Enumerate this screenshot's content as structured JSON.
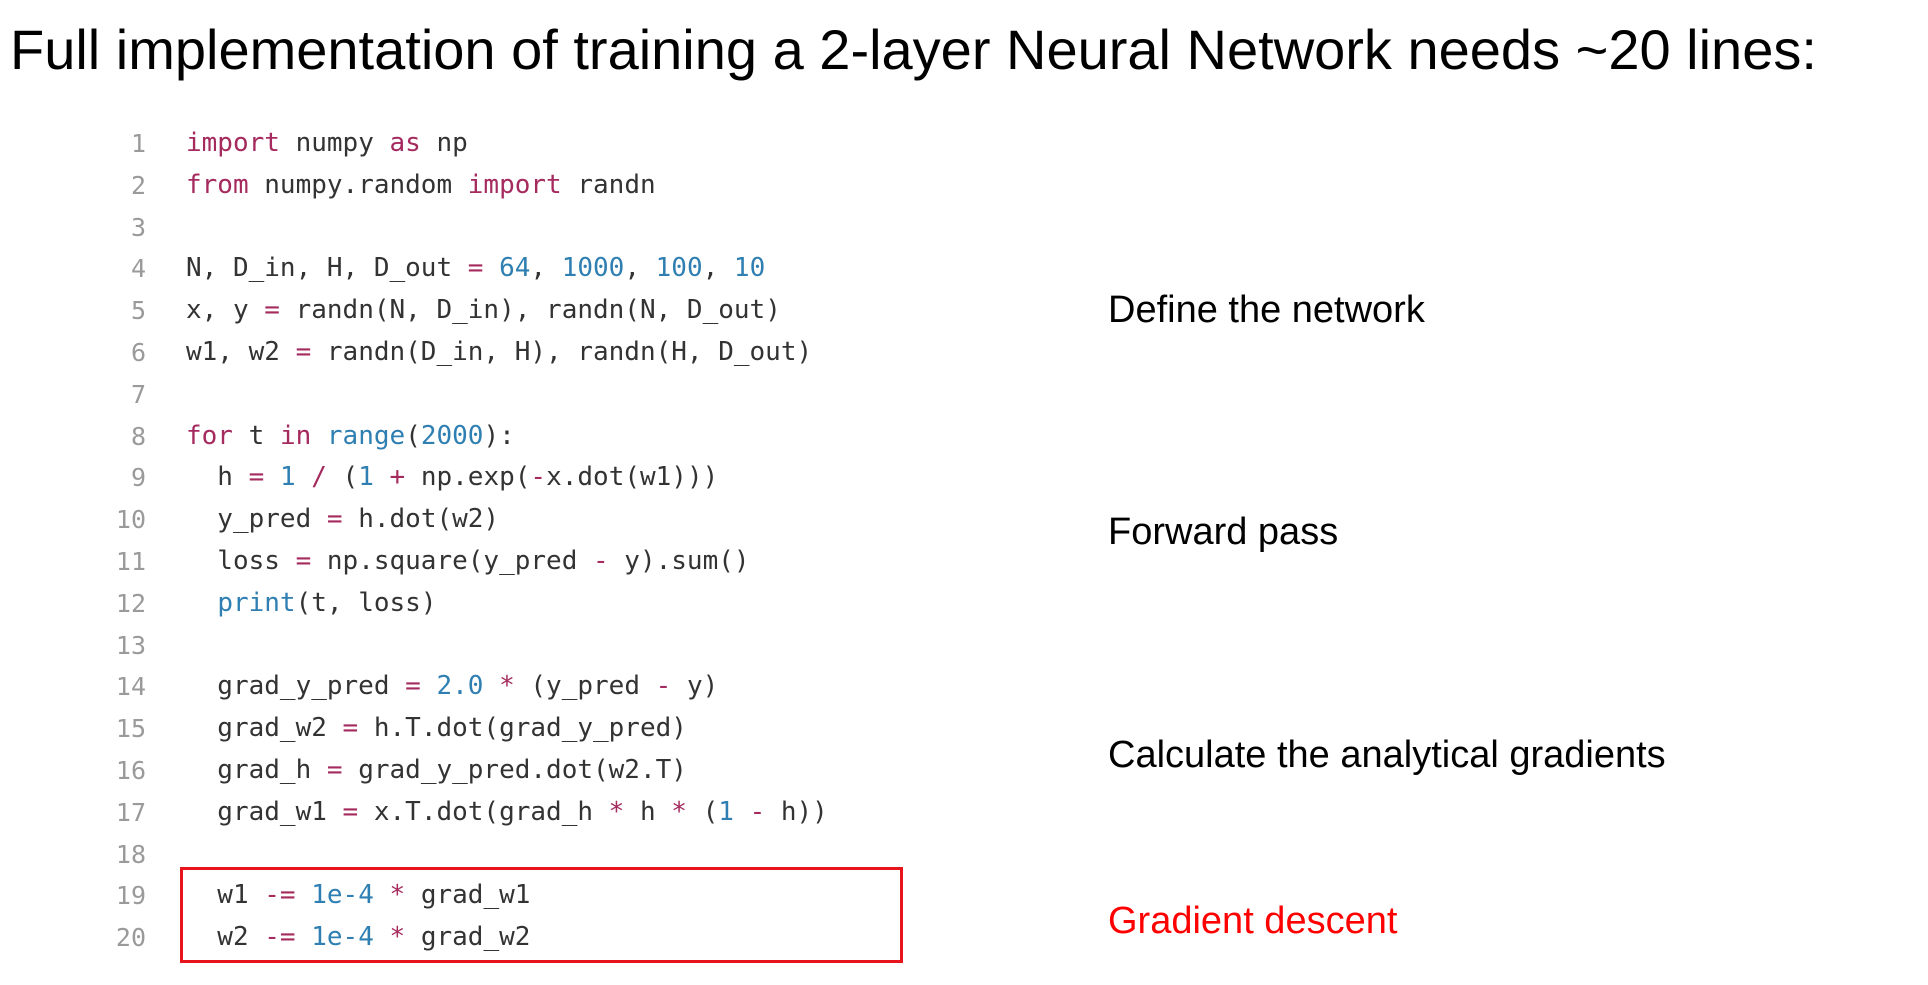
{
  "title": "Full implementation of training a 2-layer Neural Network needs ~20 lines:",
  "colors": {
    "keyword": "#a52a5e",
    "number": "#2f7fb2",
    "builtin": "#2f7fb2",
    "text": "#333333",
    "line_number": "#9a9a9a",
    "highlight": "#e8141b",
    "annotation_highlight": "#ff0000"
  },
  "code": {
    "lines": [
      {
        "num": "1",
        "tokens": [
          [
            "kw",
            "import"
          ],
          [
            "p",
            " numpy "
          ],
          [
            "kw",
            "as"
          ],
          [
            "p",
            " np"
          ]
        ]
      },
      {
        "num": "2",
        "tokens": [
          [
            "kw",
            "from"
          ],
          [
            "p",
            " numpy.random "
          ],
          [
            "kw",
            "import"
          ],
          [
            "p",
            " randn"
          ]
        ]
      },
      {
        "num": "3",
        "tokens": []
      },
      {
        "num": "4",
        "tokens": [
          [
            "p",
            "N, D_in, H, D_out "
          ],
          [
            "op",
            "="
          ],
          [
            "p",
            " "
          ],
          [
            "num",
            "64"
          ],
          [
            "p",
            ", "
          ],
          [
            "num",
            "1000"
          ],
          [
            "p",
            ", "
          ],
          [
            "num",
            "100"
          ],
          [
            "p",
            ", "
          ],
          [
            "num",
            "10"
          ]
        ]
      },
      {
        "num": "5",
        "tokens": [
          [
            "p",
            "x, y "
          ],
          [
            "op",
            "="
          ],
          [
            "p",
            " randn(N, D_in), randn(N, D_out)"
          ]
        ]
      },
      {
        "num": "6",
        "tokens": [
          [
            "p",
            "w1, w2 "
          ],
          [
            "op",
            "="
          ],
          [
            "p",
            " randn(D_in, H), randn(H, D_out)"
          ]
        ]
      },
      {
        "num": "7",
        "tokens": []
      },
      {
        "num": "8",
        "tokens": [
          [
            "kw",
            "for"
          ],
          [
            "p",
            " t "
          ],
          [
            "kw",
            "in"
          ],
          [
            "p",
            " "
          ],
          [
            "fn",
            "range"
          ],
          [
            "p",
            "("
          ],
          [
            "num",
            "2000"
          ],
          [
            "p",
            "):"
          ]
        ]
      },
      {
        "num": "9",
        "tokens": [
          [
            "p",
            "  h "
          ],
          [
            "op",
            "="
          ],
          [
            "p",
            " "
          ],
          [
            "num",
            "1"
          ],
          [
            "p",
            " "
          ],
          [
            "op",
            "/"
          ],
          [
            "p",
            " ("
          ],
          [
            "num",
            "1"
          ],
          [
            "p",
            " "
          ],
          [
            "op",
            "+"
          ],
          [
            "p",
            " np.exp("
          ],
          [
            "op",
            "-"
          ],
          [
            "p",
            "x.dot(w1)))"
          ]
        ]
      },
      {
        "num": "10",
        "tokens": [
          [
            "p",
            "  y_pred "
          ],
          [
            "op",
            "="
          ],
          [
            "p",
            " h.dot(w2)"
          ]
        ]
      },
      {
        "num": "11",
        "tokens": [
          [
            "p",
            "  loss "
          ],
          [
            "op",
            "="
          ],
          [
            "p",
            " np.square(y_pred "
          ],
          [
            "op",
            "-"
          ],
          [
            "p",
            " y).sum()"
          ]
        ]
      },
      {
        "num": "12",
        "tokens": [
          [
            "p",
            "  "
          ],
          [
            "fn",
            "print"
          ],
          [
            "p",
            "(t, loss)"
          ]
        ]
      },
      {
        "num": "13",
        "tokens": []
      },
      {
        "num": "14",
        "tokens": [
          [
            "p",
            "  grad_y_pred "
          ],
          [
            "op",
            "="
          ],
          [
            "p",
            " "
          ],
          [
            "num",
            "2.0"
          ],
          [
            "p",
            " "
          ],
          [
            "op",
            "*"
          ],
          [
            "p",
            " (y_pred "
          ],
          [
            "op",
            "-"
          ],
          [
            "p",
            " y)"
          ]
        ]
      },
      {
        "num": "15",
        "tokens": [
          [
            "p",
            "  grad_w2 "
          ],
          [
            "op",
            "="
          ],
          [
            "p",
            " h.T.dot(grad_y_pred)"
          ]
        ]
      },
      {
        "num": "16",
        "tokens": [
          [
            "p",
            "  grad_h "
          ],
          [
            "op",
            "="
          ],
          [
            "p",
            " grad_y_pred.dot(w2.T)"
          ]
        ]
      },
      {
        "num": "17",
        "tokens": [
          [
            "p",
            "  grad_w1 "
          ],
          [
            "op",
            "="
          ],
          [
            "p",
            " x.T.dot(grad_h "
          ],
          [
            "op",
            "*"
          ],
          [
            "p",
            " h "
          ],
          [
            "op",
            "*"
          ],
          [
            "p",
            " ("
          ],
          [
            "num",
            "1"
          ],
          [
            "p",
            " "
          ],
          [
            "op",
            "-"
          ],
          [
            "p",
            " h))"
          ]
        ]
      },
      {
        "num": "18",
        "tokens": []
      },
      {
        "num": "19",
        "tokens": [
          [
            "p",
            "  w1 "
          ],
          [
            "op",
            "-="
          ],
          [
            "p",
            " "
          ],
          [
            "num",
            "1e-4"
          ],
          [
            "p",
            " "
          ],
          [
            "op",
            "*"
          ],
          [
            "p",
            " grad_w1"
          ]
        ]
      },
      {
        "num": "20",
        "tokens": [
          [
            "p",
            "  w2 "
          ],
          [
            "op",
            "-="
          ],
          [
            "p",
            " "
          ],
          [
            "num",
            "1e-4"
          ],
          [
            "p",
            " "
          ],
          [
            "op",
            "*"
          ],
          [
            "p",
            " grad_w2"
          ]
        ]
      }
    ]
  },
  "annotations": {
    "define": "Define the network",
    "forward": "Forward pass",
    "gradients": "Calculate the analytical gradients",
    "descent": "Gradient descent"
  }
}
